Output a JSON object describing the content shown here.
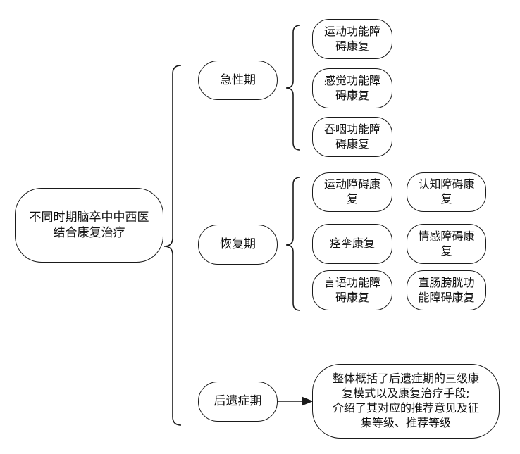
{
  "root": {
    "label": "不同时期脑卒中中西医\n结合康复治疗"
  },
  "phases": {
    "acute": {
      "label": "急性期",
      "items": [
        "运动功能障\n碍康复",
        "感觉功能障\n碍康复",
        "吞咽功能障\n碍康复"
      ]
    },
    "recovery": {
      "label": "恢复期",
      "items": [
        "运动障碍康\n复",
        "认知障碍康\n复",
        "痉挛康复",
        "情感障碍康\n复",
        "言语功能障\n碍康复",
        "直肠膀胱功\n能障碍康复"
      ]
    },
    "sequela": {
      "label": "后遗症期",
      "note": "整体概括了后遗症期的三级康\n复模式以及康复治疗手段;\n介绍了其对应的推荐意见及征\n集等级、推荐等级"
    }
  },
  "colors": {
    "stroke": "#1a1a1a",
    "fill": "#ffffff"
  }
}
